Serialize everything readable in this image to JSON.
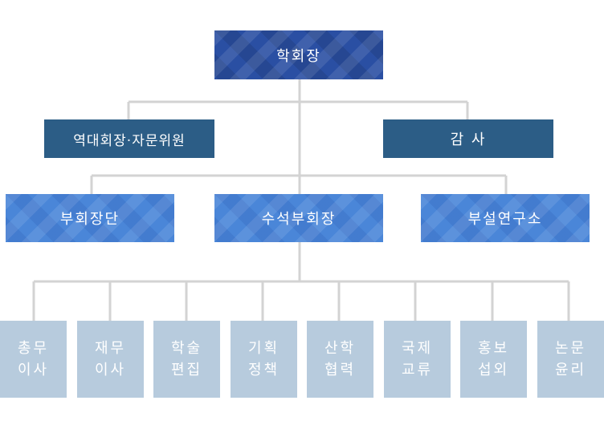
{
  "org": {
    "president": "학회장",
    "advisors": "역대회장·자문위원",
    "auditor": "감 사",
    "vice_presidents": "부회장단",
    "senior_vp": "수석부회장",
    "institute": "부설연구소",
    "departments": [
      {
        "line1": "총무",
        "line2": "이사"
      },
      {
        "line1": "재무",
        "line2": "이사"
      },
      {
        "line1": "학술",
        "line2": "편집"
      },
      {
        "line1": "기획",
        "line2": "정책"
      },
      {
        "line1": "산학",
        "line2": "협력"
      },
      {
        "line1": "국제",
        "line2": "교류"
      },
      {
        "line1": "홍보",
        "line2": "섭외"
      },
      {
        "line1": "논문",
        "line2": "윤리"
      }
    ]
  },
  "colors": {
    "connector": "#d3d3d3",
    "dark_box": "#2a4fa3",
    "light_box": "#4a86d8",
    "navy_box": "#2c5d86",
    "dept_box": "#b7cbdd"
  }
}
